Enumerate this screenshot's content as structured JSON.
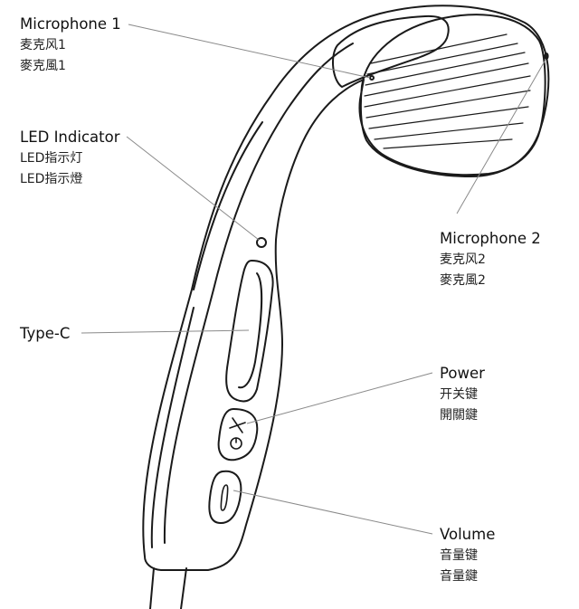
{
  "labels": {
    "microphone1": {
      "title": "Microphone 1",
      "sc": "麦克风1",
      "tc": "麥克風1"
    },
    "led": {
      "title": "LED Indicator",
      "sc": "LED指示灯",
      "tc": "LED指示燈"
    },
    "typec": {
      "title": "Type-C"
    },
    "microphone2": {
      "title": "Microphone 2",
      "sc": "麦克风2",
      "tc": "麥克風2"
    },
    "power": {
      "title": "Power",
      "sc": "开关键",
      "tc": "開關鍵"
    },
    "volume": {
      "title": "Volume",
      "sc": "音量键",
      "tc": "音量鍵"
    }
  },
  "colors": {
    "line": "#1a1a1a",
    "leader": "#8a8a8a",
    "background": "#ffffff"
  },
  "icons": [
    "power-plus-icon",
    "power-button-icon",
    "volume-button-icon"
  ]
}
